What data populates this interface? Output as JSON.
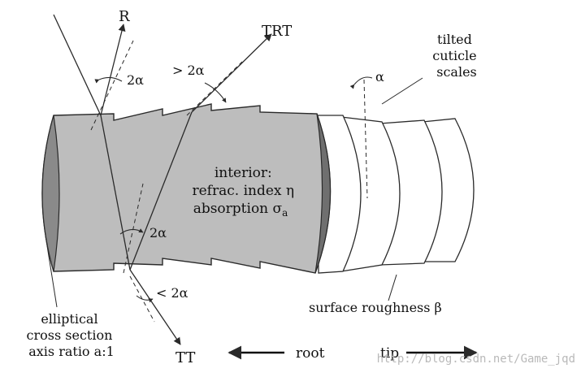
{
  "diagram": {
    "labels": {
      "R": "R",
      "TRT": "TRT",
      "TT": "TT",
      "two_alpha_top": "2α",
      "gt_two_alpha": "> 2α",
      "two_alpha_mid": "2α",
      "lt_two_alpha": "< 2α",
      "alpha": "α",
      "tilted_line1": "tilted",
      "tilted_line2": "cuticle",
      "tilted_line3": "scales",
      "interior_line1": "interior:",
      "interior_line2": "refrac. index η",
      "interior_line3": "absorption σ",
      "interior_sub": "a",
      "elliptical_line1": "elliptical",
      "elliptical_line2": "cross section",
      "elliptical_line3": "axis ratio a:1",
      "surface_roughness": "surface roughness β",
      "root": "root",
      "tip": "tip"
    },
    "watermark": "http://blog.csdn.net/Game_jqd",
    "colors": {
      "hair_fill": "#bdbdbd",
      "cap_fill": "#8a8a8a",
      "stroke": "#2a2a2a",
      "watermark": "#b9b9b9"
    }
  }
}
